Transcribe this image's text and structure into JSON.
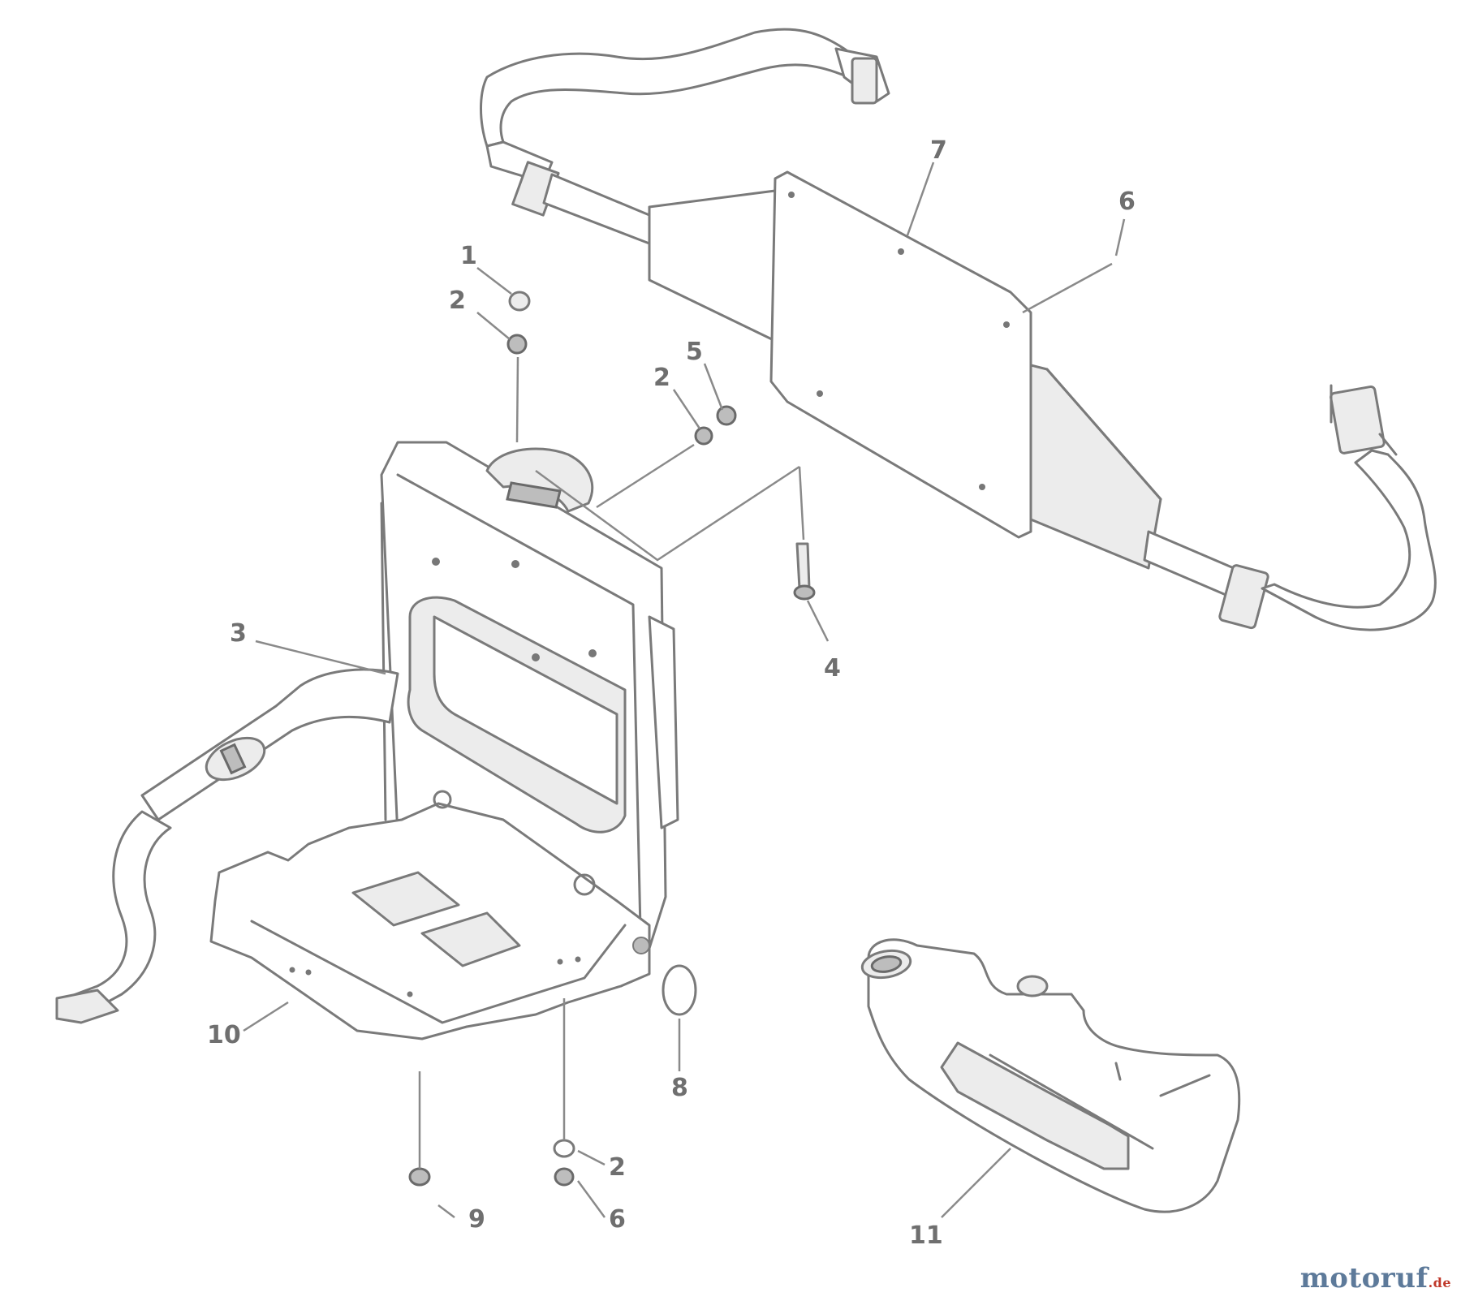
{
  "diagram": {
    "parts": [
      {
        "id": "p1a",
        "label": "1"
      },
      {
        "id": "p2a",
        "label": "2"
      },
      {
        "id": "p2b",
        "label": "2"
      },
      {
        "id": "p5",
        "label": "5"
      },
      {
        "id": "p7",
        "label": "7"
      },
      {
        "id": "p6a",
        "label": "6"
      },
      {
        "id": "p3",
        "label": "3"
      },
      {
        "id": "p4",
        "label": "4"
      },
      {
        "id": "p10",
        "label": "10"
      },
      {
        "id": "p8",
        "label": "8"
      },
      {
        "id": "p2c",
        "label": "2"
      },
      {
        "id": "p9",
        "label": "9"
      },
      {
        "id": "p6b",
        "label": "6"
      },
      {
        "id": "p11",
        "label": "11"
      }
    ]
  },
  "watermark": {
    "name": "motoruf",
    "tld": ".de"
  }
}
